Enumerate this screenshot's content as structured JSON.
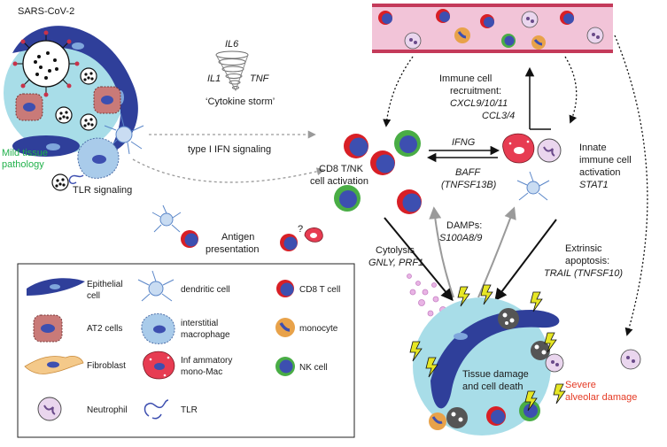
{
  "virus_label": "SARS-CoV-2",
  "cytokines": {
    "il6": "IL6",
    "il1": "IL1",
    "tnf": "TNF",
    "storm": "‘Cytokine storm’"
  },
  "ifn_signaling": "type I IFN signaling",
  "mild_pathology": [
    "Mild tissue",
    "pathology"
  ],
  "tlr_signaling": "TLR signaling",
  "antigen_presentation": [
    "Antigen",
    "presentation"
  ],
  "question_mark": "?",
  "cd8_activation": [
    "CD8 T/NK",
    "cell activation"
  ],
  "ifng": "IFNG",
  "baff": [
    "BAFF",
    "(TNFSF13B)"
  ],
  "recruitment": [
    "Immune cell",
    "recruitment:",
    "CXCL9/10/11",
    "CCL3/4"
  ],
  "innate_activation": [
    "Innate",
    "immune cell",
    "activation",
    "STAT1"
  ],
  "damps": [
    "DAMPs:",
    "S100A8/9"
  ],
  "cytolysis": [
    "Cytolysis",
    "GNLY, PRF1"
  ],
  "extrinsic": [
    "Extrinsic",
    "apoptosis:",
    "TRAIL (TNFSF10)"
  ],
  "tissue_damage": [
    "Tissue damage",
    "and cell death"
  ],
  "severe_damage": [
    "Severe",
    "alveolar damage"
  ],
  "legend": [
    {
      "icon": "epithelial-cell-icon",
      "label": [
        "Epithelial",
        "cell"
      ]
    },
    {
      "icon": "dendritic-cell-icon",
      "label": [
        "dendritic cell"
      ]
    },
    {
      "icon": "cd8-t-cell-icon",
      "label": [
        "CD8 T cell"
      ]
    },
    {
      "icon": "at2-cell-icon",
      "label": [
        "AT2 cells"
      ]
    },
    {
      "icon": "interstitial-macrophage-icon",
      "label": [
        "interstitial",
        "macrophage"
      ]
    },
    {
      "icon": "monocyte-icon",
      "label": [
        "monocyte"
      ]
    },
    {
      "icon": "fibroblast-icon",
      "label": [
        "Fibroblast"
      ]
    },
    {
      "icon": "inflammatory-mono-mac-icon",
      "label": [
        "Inf ammatory",
        "mono-Mac"
      ]
    },
    {
      "icon": "nk-cell-icon",
      "label": [
        "NK cell"
      ]
    },
    {
      "icon": "neutrophil-icon",
      "label": [
        "Neutrophil"
      ]
    },
    {
      "icon": "tlr-icon",
      "label": [
        "TLR"
      ]
    }
  ],
  "colors": {
    "tissue": "#a8dde8",
    "epithelial": "#2f3f9a",
    "at2": "#c97a78",
    "vessel": "#f2c4d8",
    "cd8_outer": "#d81f26",
    "cell_core": "#3d4fb0",
    "nk_outer": "#49ad45",
    "monocyte": "#e8a24a",
    "fibroblast": "#f4c98a",
    "inflammatory": "#e73c52",
    "neutrophil": "#ead6ee",
    "green_text": "#21b14b",
    "red_text": "#e53a24",
    "macrophage": "#a9cbea"
  }
}
